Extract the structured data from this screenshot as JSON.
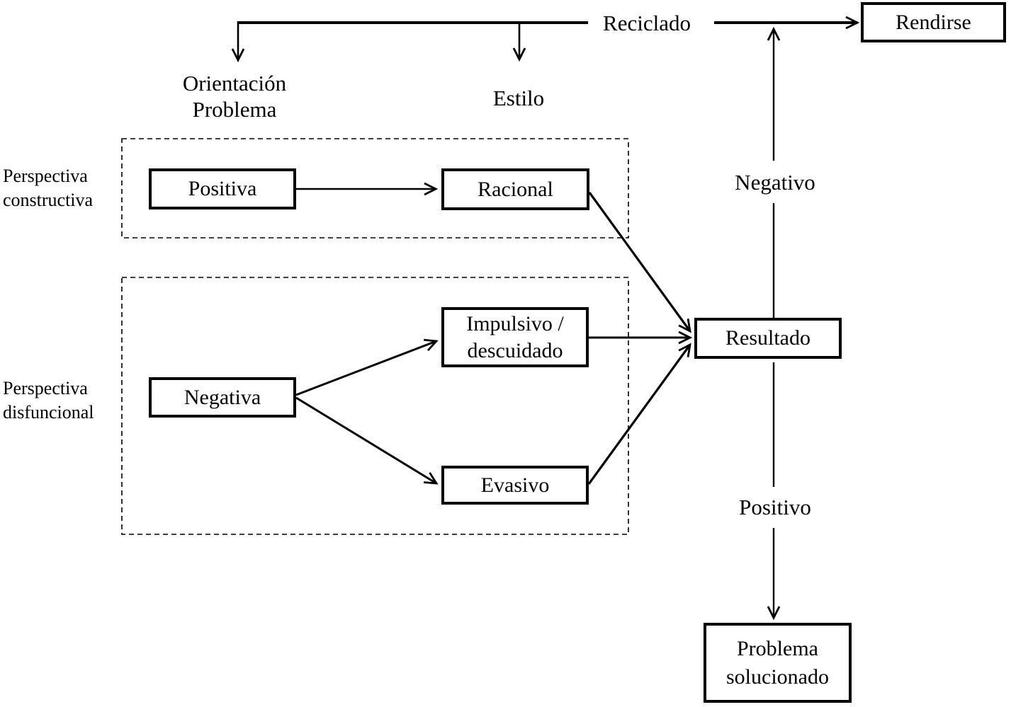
{
  "labels": {
    "reciclado": "Reciclado",
    "orientacion_line1": "Orientación",
    "orientacion_line2": "Problema",
    "estilo": "Estilo",
    "negativo": "Negativo",
    "positivo": "Positivo",
    "perspectiva_constructiva_line1": "Perspectiva",
    "perspectiva_constructiva_line2": "constructiva",
    "perspectiva_disfuncional_line1": "Perspectiva",
    "perspectiva_disfuncional_line2": "disfuncional"
  },
  "nodes": {
    "positiva": "Positiva",
    "racional": "Racional",
    "negativa": "Negativa",
    "impulsivo_line1": "Impulsivo /",
    "impulsivo_line2": "descuidado",
    "evasivo": "Evasivo",
    "resultado": "Resultado",
    "rendirse": "Rendirse",
    "problema_solucionado_line1": "Problema",
    "problema_solucionado_line2": "solucionado"
  },
  "colors": {
    "ink": "#000000",
    "background": "#ffffff"
  }
}
